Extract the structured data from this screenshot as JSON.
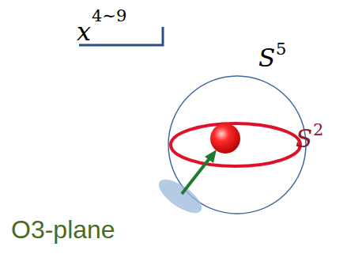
{
  "diagram": {
    "labels": [
      "x",
      "4∼9",
      "S",
      "5",
      "S",
      "2",
      "O3-plane"
    ]
  }
}
